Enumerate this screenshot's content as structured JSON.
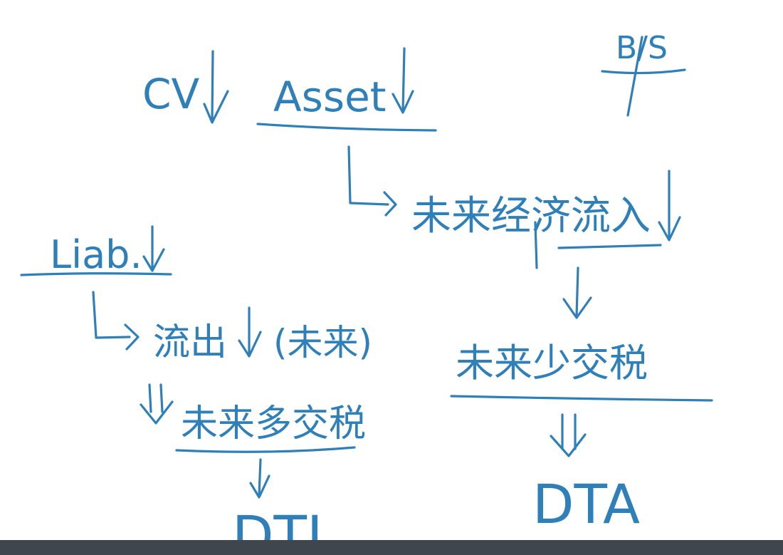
{
  "ink_color": "#2f7fb8",
  "bar_color": "#3f464d",
  "labels": {
    "cv": "CV",
    "asset": "Asset",
    "bs": "B/S",
    "future_inflow": "未来经济流入",
    "liab": "Liab.",
    "outflow": "流出",
    "future_paren": "(未来)",
    "future_more_tax": "未来多交税",
    "future_less_tax": "未来少交税",
    "dtl": "DTL",
    "dta": "DTA"
  }
}
